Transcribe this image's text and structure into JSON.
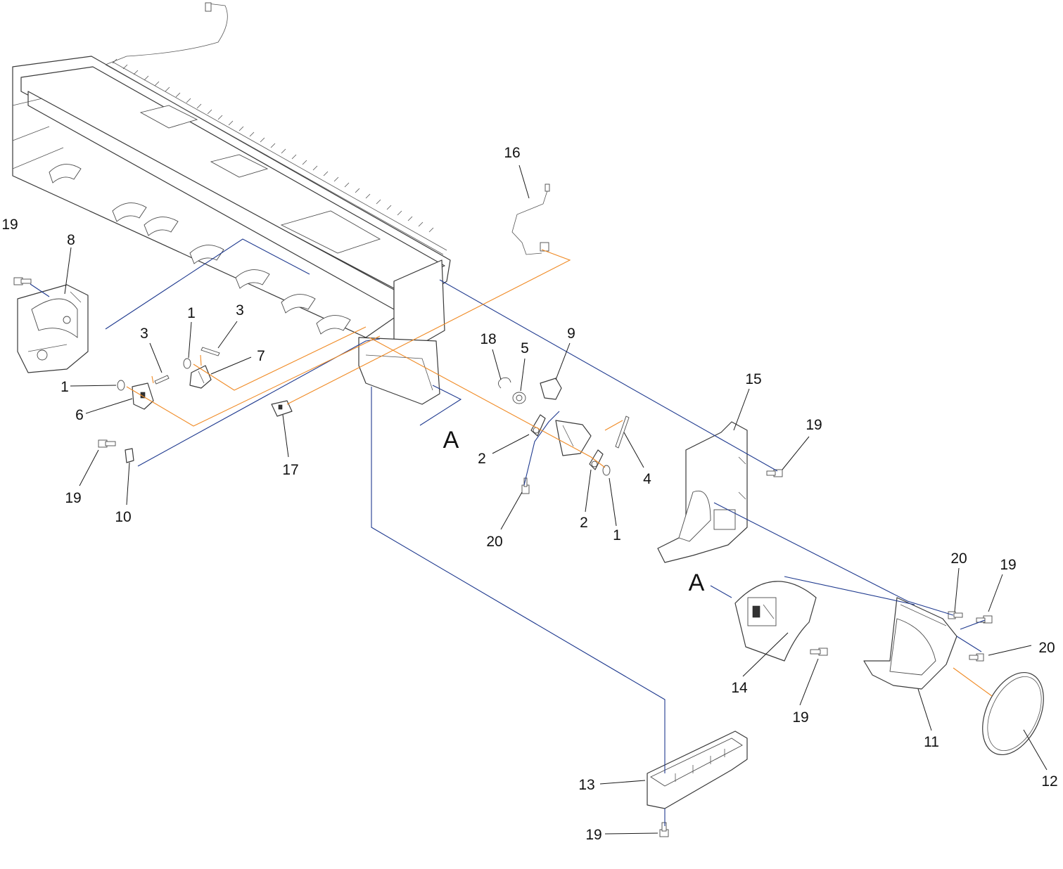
{
  "callouts": [
    {
      "id": "c1",
      "text": "16"
    },
    {
      "id": "c2",
      "text": "19"
    },
    {
      "id": "c3",
      "text": "8"
    },
    {
      "id": "c4",
      "text": "1"
    },
    {
      "id": "c5",
      "text": "3"
    },
    {
      "id": "c6",
      "text": "3"
    },
    {
      "id": "c7",
      "text": "7"
    },
    {
      "id": "c8",
      "text": "1"
    },
    {
      "id": "c9",
      "text": "6"
    },
    {
      "id": "c10",
      "text": "19"
    },
    {
      "id": "c11",
      "text": "10"
    },
    {
      "id": "c12",
      "text": "17"
    },
    {
      "id": "c13",
      "text": "18"
    },
    {
      "id": "c14",
      "text": "5"
    },
    {
      "id": "c15",
      "text": "9"
    },
    {
      "id": "c16",
      "text": "2"
    },
    {
      "id": "c17",
      "text": "4"
    },
    {
      "id": "c18",
      "text": "20"
    },
    {
      "id": "c19",
      "text": "2"
    },
    {
      "id": "c20",
      "text": "1"
    },
    {
      "id": "c21",
      "text": "15"
    },
    {
      "id": "c22",
      "text": "19"
    },
    {
      "id": "c23",
      "text": "20"
    },
    {
      "id": "c24",
      "text": "19"
    },
    {
      "id": "c25",
      "text": "20"
    },
    {
      "id": "c26",
      "text": "14"
    },
    {
      "id": "c27",
      "text": "19"
    },
    {
      "id": "c28",
      "text": "11"
    },
    {
      "id": "c29",
      "text": "12"
    },
    {
      "id": "c30",
      "text": "13"
    },
    {
      "id": "c31",
      "text": "19"
    }
  ],
  "references": [
    {
      "id": "r1",
      "text": "A"
    },
    {
      "id": "r2",
      "text": "A"
    }
  ]
}
